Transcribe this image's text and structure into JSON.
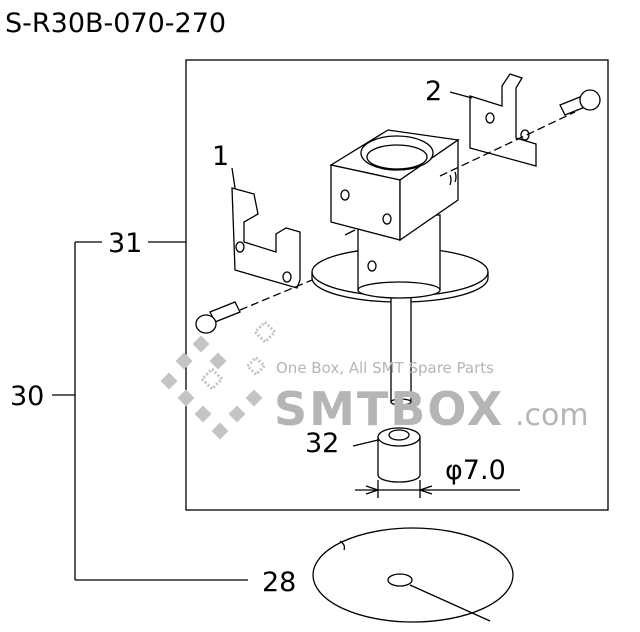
{
  "title": "S-R30B-070-270",
  "callouts": {
    "c1": "1",
    "c2": "2",
    "c28": "28",
    "c30": "30",
    "c31": "31",
    "c32": "32"
  },
  "dimension": "φ7.0",
  "watermark": {
    "tagline": "One Box, All SMT Spare Parts",
    "brand": "SMTBOX",
    "suffix": ".com"
  }
}
